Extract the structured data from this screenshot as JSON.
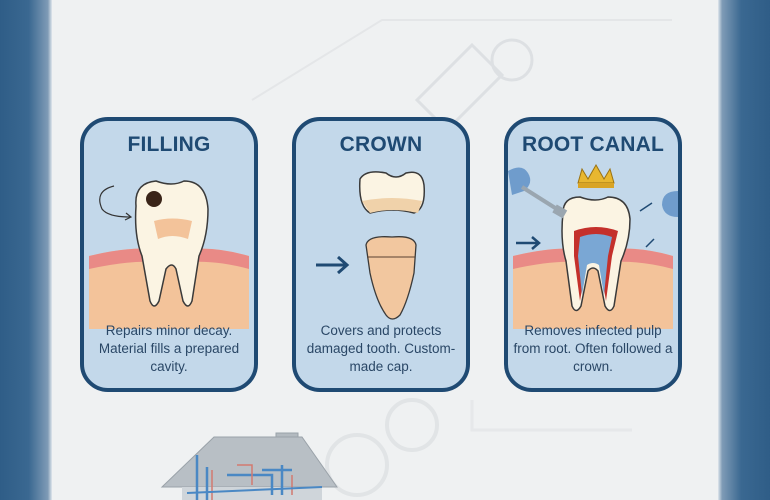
{
  "cards": [
    {
      "title": "FILLING",
      "description": "Repairs minor decay. Material fills a prepared cavity.",
      "illustration": "tooth-with-cavity-icon"
    },
    {
      "title": "CROWN",
      "description": "Covers and protects damaged tooth. Custom-made cap.",
      "illustration": "crown-cap-over-prepared-tooth-icon"
    },
    {
      "title": "ROOT CANAL",
      "description": "Removes infected pulp from root. Often followed a crown.",
      "illustration": "root-canal-tooth-with-crown-icon"
    }
  ],
  "decorations": [
    "wrench-icon",
    "gear-icon",
    "house-plumbing-icon"
  ],
  "colors": {
    "card_border": "#1f4a73",
    "card_fill": "#c3d8ea",
    "title": "#1f4a73",
    "side_panel": "#2f5d87"
  }
}
